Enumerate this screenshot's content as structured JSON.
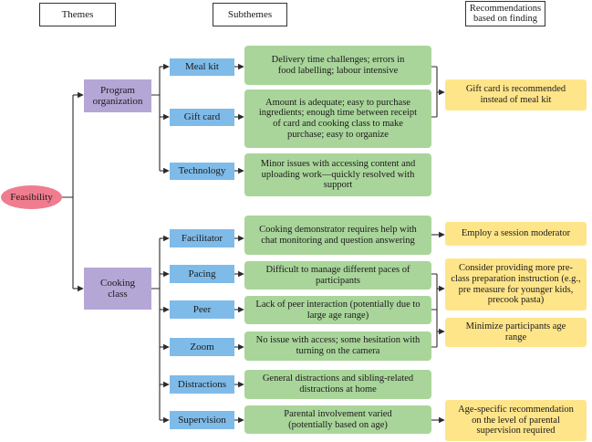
{
  "headers": {
    "themes": "Themes",
    "subthemes": "Subthemes",
    "recommendations": "Recommendations based on finding"
  },
  "root": "Feasibility",
  "themes": {
    "program": "Program organization",
    "cooking": "Cooking class"
  },
  "subthemes": {
    "meal_kit": "Meal kit",
    "gift_card": "Gift card",
    "technology": "Technology",
    "facilitator": "Facilitator",
    "pacing": "Pacing",
    "peer": "Peer",
    "zoom": "Zoom",
    "distractions": "Distractions",
    "supervision": "Supervision"
  },
  "findings": {
    "meal_kit": "Delivery time challenges; errors in food labelling; labour intensive",
    "gift_card": "Amount is adequate; easy to purchase ingredients; enough time between receipt of card and cooking class to make purchase; easy to organize",
    "technology": "Minor issues with accessing content and uploading work—quickly resolved with support",
    "facilitator": "Cooking demonstrator requires help with chat monitoring and question answering",
    "pacing": "Difficult to manage different paces of participants",
    "peer": "Lack of peer interaction (potentially due to large age range)",
    "zoom": "No issue with access; some hesitation with turning on the camera",
    "distractions": "General distractions and sibling-related distractions at home",
    "supervision": "Parental involvement varied (potentially based on age)"
  },
  "recommendations": {
    "gift_card": "Gift card is recommended instead of meal kit",
    "moderator": "Employ a session moderator",
    "preparation": "Consider providing more pre-class preparation instruction (e.g., pre measure for younger kids, precook pasta)",
    "age_range": "Minimize participants age range",
    "supervision": "Age-specific recommendation on the level of parental supervision required"
  },
  "colors": {
    "root": "#f07d8f",
    "theme": "#b4a7d6",
    "subtheme": "#7fbbe9",
    "finding": "#a9d59a",
    "recommendation": "#ffe58a",
    "connector": "#2b2b2b"
  }
}
